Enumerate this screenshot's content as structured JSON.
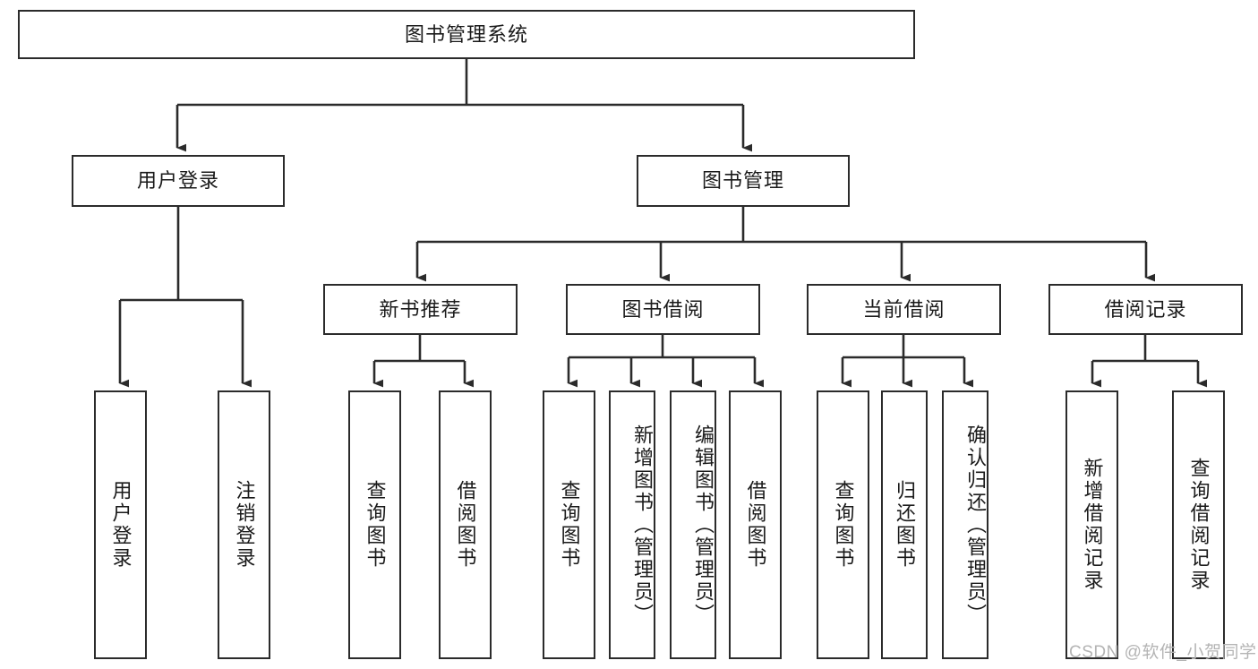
{
  "diagram": {
    "title_node": {
      "label": "图书管理系统"
    },
    "level2": [
      {
        "id": "user-login",
        "label": "用户登录"
      },
      {
        "id": "book-management",
        "label": "图书管理"
      }
    ],
    "level3": [
      {
        "id": "new-book-recommend",
        "label": "新书推荐"
      },
      {
        "id": "book-borrow",
        "label": "图书借阅"
      },
      {
        "id": "current-borrow",
        "label": "当前借阅"
      },
      {
        "id": "borrow-record",
        "label": "借阅记录"
      }
    ],
    "leaves": {
      "user_login": [
        {
          "id": "leaf-user-login",
          "label": "用户登录"
        },
        {
          "id": "leaf-logout-login",
          "label": "注销登录"
        }
      ],
      "new_book_recommend": [
        {
          "id": "leaf-query-book-1",
          "label": "查询图书"
        },
        {
          "id": "leaf-borrow-book-1",
          "label": "借阅图书"
        }
      ],
      "book_borrow": [
        {
          "id": "leaf-query-book-2",
          "label": "查询图书"
        },
        {
          "id": "leaf-add-book-admin",
          "label": "新增图书（管理员）"
        },
        {
          "id": "leaf-edit-book-admin",
          "label": "编辑图书（管理员）"
        },
        {
          "id": "leaf-borrow-book-2",
          "label": "借阅图书"
        }
      ],
      "current_borrow": [
        {
          "id": "leaf-query-book-3",
          "label": "查询图书"
        },
        {
          "id": "leaf-return-book",
          "label": "归还图书"
        },
        {
          "id": "leaf-confirm-return-admin",
          "label": "确认归还（管理员）"
        }
      ],
      "borrow_record": [
        {
          "id": "leaf-add-borrow-record",
          "label": "新增借阅记录"
        },
        {
          "id": "leaf-query-borrow-record",
          "label": "查询借阅记录"
        }
      ]
    },
    "watermark": {
      "text": "CSDN @软件_小贺同学"
    },
    "colors": {
      "stroke": "#2b2b2b",
      "fill": "#ffffff",
      "text": "#1a1a1a",
      "watermark": "#b4b4b4"
    }
  }
}
